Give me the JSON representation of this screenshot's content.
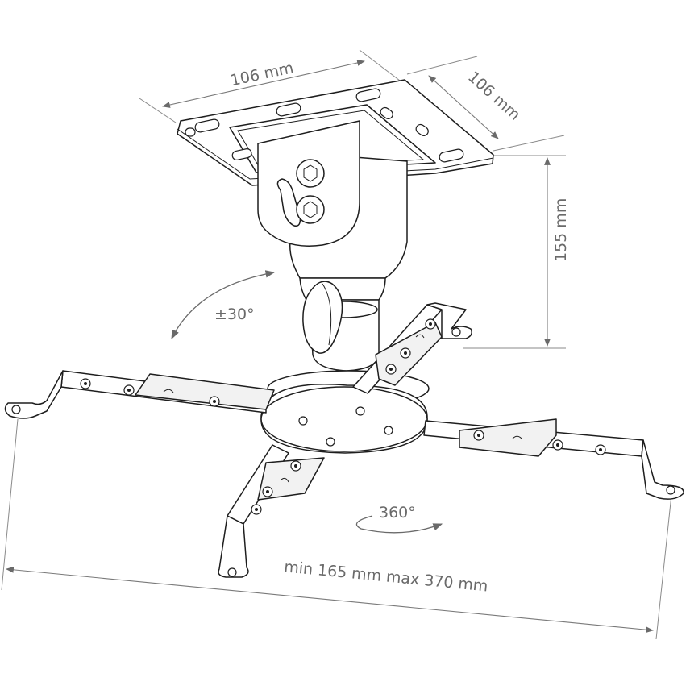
{
  "labels": {
    "plate_width": "106 mm",
    "plate_depth": "106 mm",
    "height": "155 mm",
    "tilt": "±30°",
    "rotation": "360°",
    "span": "min 165 mm max 370 mm"
  },
  "colors": {
    "line": "#1e1e1e",
    "dimension": "#7a7a7a",
    "label": "#6a6a6a"
  }
}
